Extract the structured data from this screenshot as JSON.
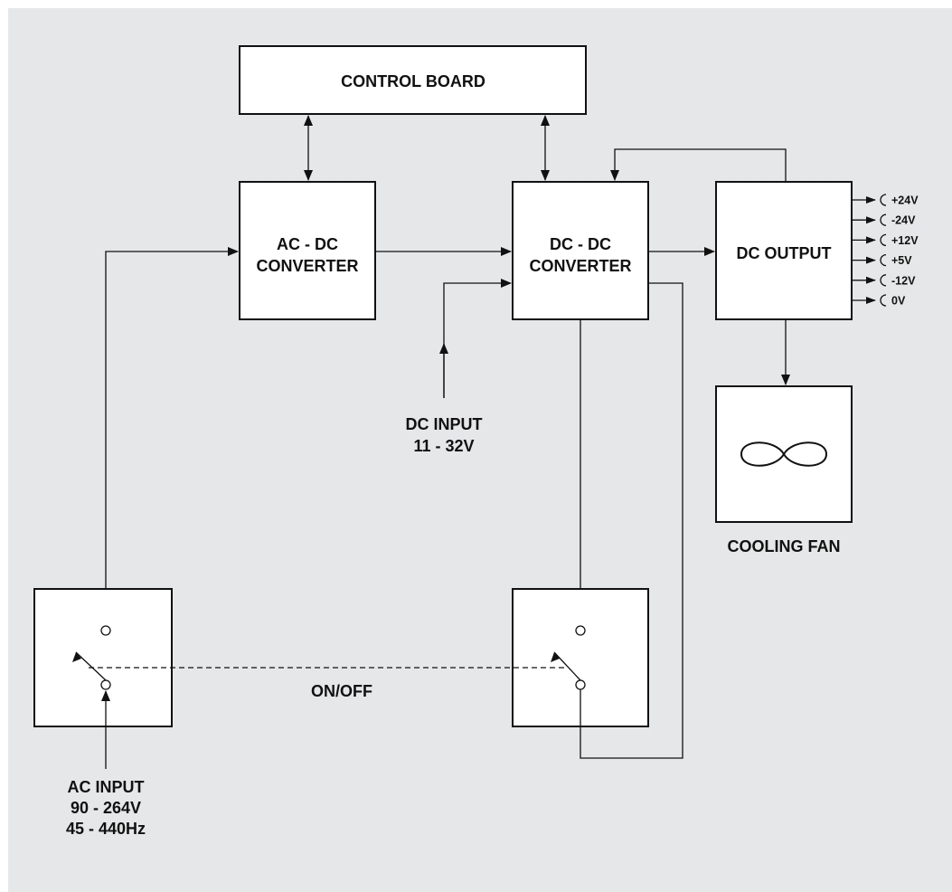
{
  "colors": {
    "background": "#E6E7E8",
    "stroke": "#111111",
    "box_fill": "#FFFFFF"
  },
  "blocks": {
    "control_board": "CONTROL BOARD",
    "ac_dc": {
      "line1": "AC - DC",
      "line2": "CONVERTER"
    },
    "dc_dc": {
      "line1": "DC - DC",
      "line2": "CONVERTER"
    },
    "dc_output": "DC OUTPUT",
    "cooling_fan": "COOLING FAN"
  },
  "fan_icon": "infinity-fan-icon",
  "outputs": [
    "+24V",
    "-24V",
    "+12V",
    "+5V",
    "-12V",
    "0V"
  ],
  "dc_input": {
    "line1": "DC INPUT",
    "line2": "11 - 32V"
  },
  "ac_input": {
    "line1": "AC INPUT",
    "line2": "90 - 264V",
    "line3": "45 - 440Hz"
  },
  "switch_label": "ON/OFF"
}
